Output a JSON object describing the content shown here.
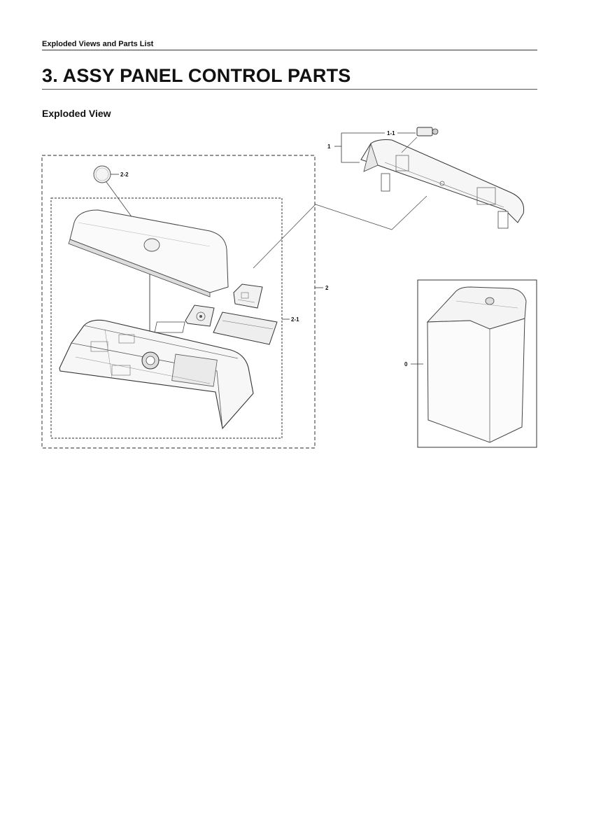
{
  "header": {
    "section_label": "Exploded Views and Parts List"
  },
  "title": {
    "text": "3.  ASSY PANEL CONTROL PARTS"
  },
  "subtitle": {
    "text": "Exploded View"
  },
  "callouts": {
    "c0": "0",
    "c1": "1",
    "c1_1": "1-1",
    "c2": "2",
    "c2_1": "2-1",
    "c2_2": "2-2"
  }
}
